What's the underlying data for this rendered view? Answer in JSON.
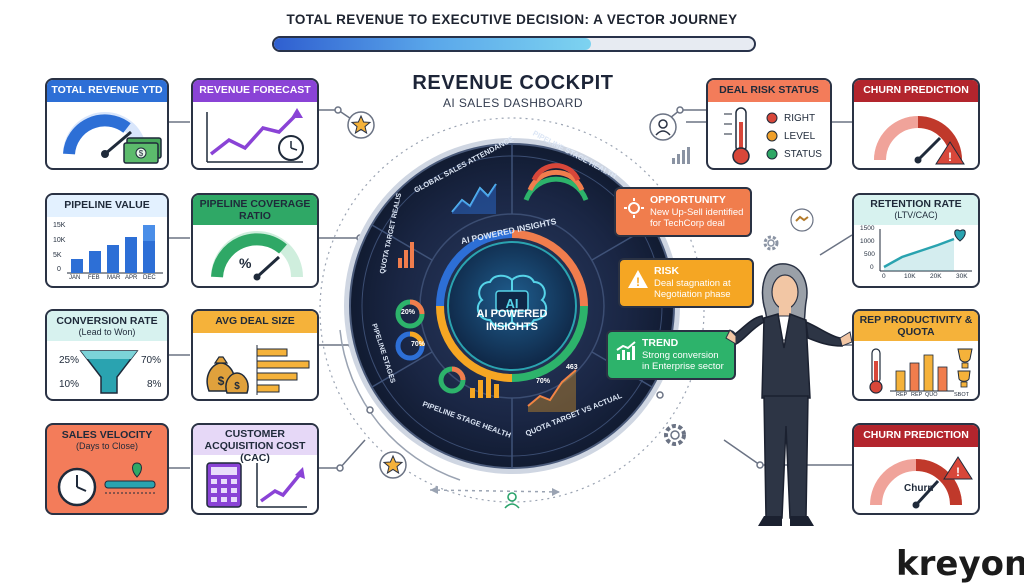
{
  "header": {
    "title": "TOTAL REVENUE TO EXECUTIVE DECISION: A VECTOR JOURNEY",
    "progress": 0.66
  },
  "cockpit": {
    "title": "REVENUE COCKPIT",
    "subtitle": "AI SALES DASHBOARD"
  },
  "left_cards": {
    "total_revenue": {
      "title": "TOTAL REVENUE YTD"
    },
    "revenue_forecast": {
      "title": "REVENUE FORECAST"
    },
    "pipeline_value": {
      "title": "PIPELINE VALUE",
      "y_ticks": [
        "15K",
        "10K",
        "5K",
        "0"
      ],
      "months": [
        "JAN",
        "FEB",
        "MAR",
        "APR",
        "DEC"
      ]
    },
    "pipeline_coverage": {
      "title": "PIPELINE COVERAGE RATIO",
      "symbol": "%"
    },
    "conversion_rate": {
      "title": "CONVERSION RATE",
      "subtitle": "(Lead to Won)",
      "v1": "25%",
      "v2": "70%",
      "v3": "10%",
      "v4": "8%"
    },
    "avg_deal_size": {
      "title": "AVG DEAL SIZE"
    },
    "sales_velocity": {
      "title": "SALES VELOCITY",
      "subtitle": "(Days to Close)"
    },
    "cac": {
      "title": "CUSTOMER ACQUISITION COST (CAC)"
    }
  },
  "right_cards": {
    "deal_risk": {
      "title": "DEAL RISK STATUS",
      "legend": [
        "RIGHT",
        "LEVEL",
        "STATUS"
      ],
      "legend_colors": [
        "#d8473a",
        "#f0a02a",
        "#2fa866"
      ]
    },
    "churn_prediction_top": {
      "title": "CHURN PREDICTION"
    },
    "retention_rate": {
      "title": "RETENTION RATE",
      "subtitle": "(LTV/CAC)",
      "y_ticks": [
        "1500",
        "1000",
        "500",
        "0"
      ],
      "x_ticks": [
        "0",
        "10K",
        "20K",
        "30K"
      ]
    },
    "rep_productivity": {
      "title": "REP PRODUCTIVITY & QUOTA",
      "x_ticks": [
        "REP",
        "REP",
        "QUO",
        "SBOT"
      ]
    },
    "churn_prediction_bottom": {
      "title": "CHURN PREDICTION",
      "gauge_label": "Churn"
    }
  },
  "ring": {
    "segments": [
      "GLOBAL SALES ATTENDANCE",
      "PIPELINE STAGE HEALTH",
      "QUOTA TARGET REALIS",
      "PIPELINE STAGES",
      "PIPELINE STAGE HEALTH",
      "QUOTA TARGET VS ACTUAL"
    ],
    "inner_label": "AI POWERED INSIGHTS",
    "core_badge": "AI",
    "core_text_1": "AI POWERED",
    "core_text_2": "INSIGHTS",
    "pct_20": "20%",
    "pct_70": "70%",
    "pct_70b": "70%",
    "val_463": "463"
  },
  "callouts": {
    "opportunity": {
      "title": "OPPORTUNITY",
      "text": "New Up-Sell identified for TechCorp deal",
      "color": "#f07d4d"
    },
    "risk": {
      "title": "RISK",
      "text": "Deal stagnation at Negotiation phase",
      "color": "#f5a623"
    },
    "trend": {
      "title": "TREND",
      "text": "Strong conversion in Enterprise sector",
      "color": "#2db36b"
    }
  },
  "brand": {
    "name": "kreyon"
  },
  "colors": {
    "blue": "#2d6fd6",
    "purple": "#7a3fd0",
    "teal": "#2aa3b0",
    "green": "#2fa866",
    "orange": "#f07d4d",
    "yellow": "#f5b23a",
    "red": "#b3252d",
    "navy": "#14213a"
  }
}
